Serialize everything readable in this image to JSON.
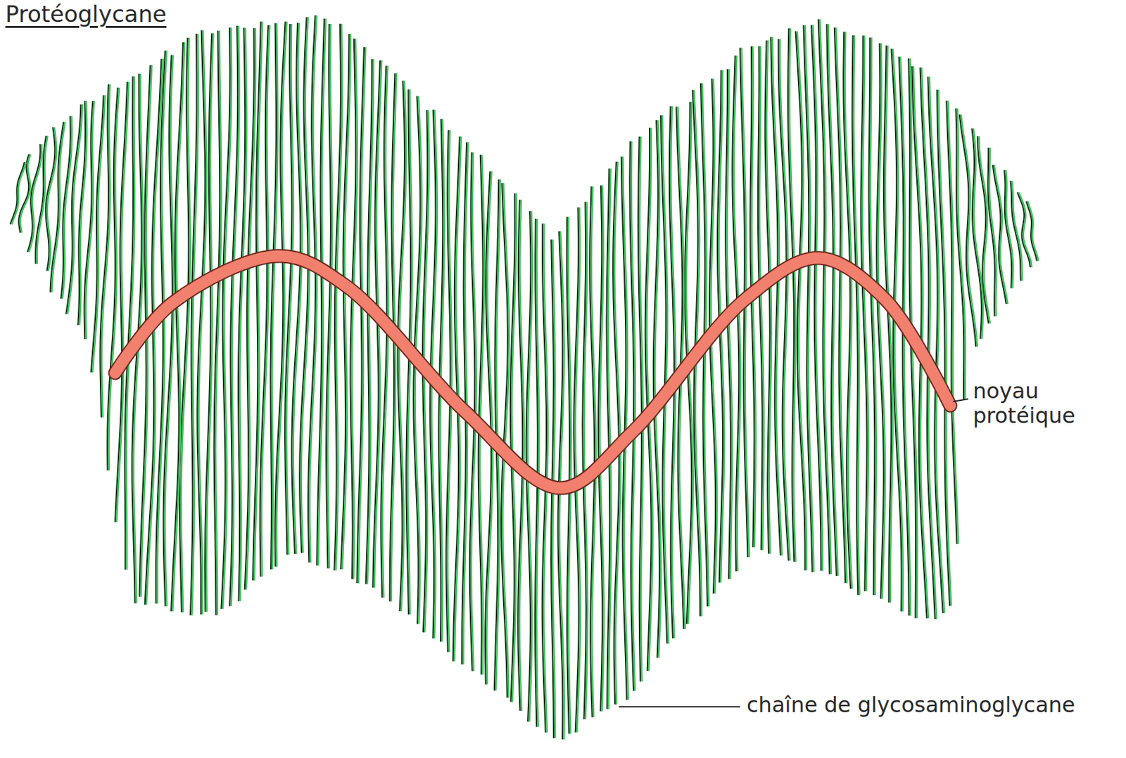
{
  "diagram": {
    "title": "Protéoglycane",
    "labels": [
      "noyau protéique",
      "chaîne de glycosaminoglycane"
    ]
  }
}
